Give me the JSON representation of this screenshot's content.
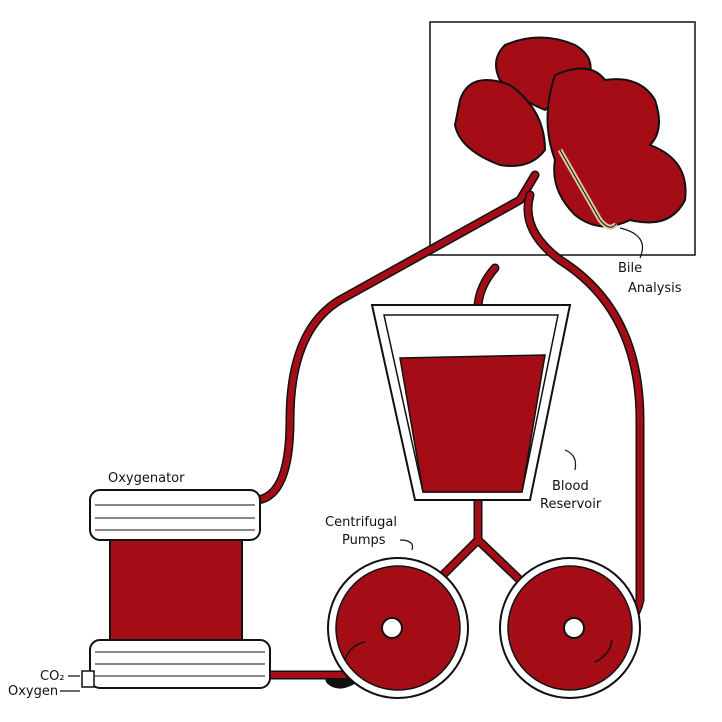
{
  "labels": {
    "bile": [
      "Bile",
      "Analysis"
    ],
    "reservoir": [
      "Blood",
      "Reservoir"
    ],
    "pumps": [
      "Centrifugal",
      "Pumps"
    ],
    "oxygenator": "Oxygenator",
    "co2": "CO₂",
    "oxygen": "Oxygen"
  },
  "colors": {
    "blood": "#a50d16",
    "outline": "#111111"
  }
}
